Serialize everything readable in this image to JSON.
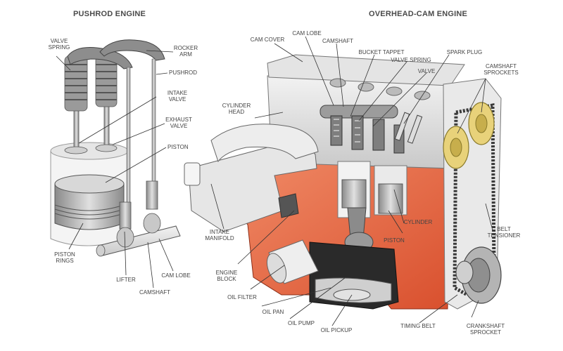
{
  "titles": {
    "pushrod": "PUSHROD ENGINE",
    "ohc": "OVERHEAD-CAM ENGINE"
  },
  "labels": {
    "valve_spring_l1": "VALVE",
    "valve_spring_l2": "SPRING",
    "rocker_arm_l1": "ROCKER",
    "rocker_arm_l2": "ARM",
    "pushrod": "PUSHROD",
    "intake_valve_l1": "INTAKE",
    "intake_valve_l2": "VALVE",
    "exhaust_valve_l1": "EXHAUST",
    "exhaust_valve_l2": "VALVE",
    "piston_left": "PISTON",
    "piston_rings_l1": "PISTON",
    "piston_rings_l2": "RINGS",
    "lifter": "LIFTER",
    "camshaft_left": "CAMSHAFT",
    "cam_lobe_left": "CAM LOBE",
    "cam_cover": "CAM COVER",
    "cam_lobe_right": "CAM LOBE",
    "camshaft_right": "CAMSHAFT",
    "bucket_tappet": "BUCKET TAPPET",
    "valve_spring_right": "VALVE SPRING",
    "valve_right": "VALVE",
    "spark_plug": "SPARK PLUG",
    "camshaft_sprockets_l1": "CAMSHAFT",
    "camshaft_sprockets_l2": "SPROCKETS",
    "cylinder_head_l1": "CYLINDER",
    "cylinder_head_l2": "HEAD",
    "intake_manifold_l1": "INTAKE",
    "intake_manifold_l2": "MANIFOLD",
    "engine_block_l1": "ENGINE",
    "engine_block_l2": "BLOCK",
    "oil_filter": "OIL FILTER",
    "oil_pan": "OIL PAN",
    "oil_pump": "OIL PUMP",
    "oil_pickup": "OIL PICKUP",
    "piston_right": "PISTON",
    "cylinder": "CYLINDER",
    "belt_tensioner_l1": "BELT",
    "belt_tensioner_l2": "TENSIONER",
    "timing_belt": "TIMING BELT",
    "crankshaft_sprocket_l1": "CRANKSHAFT",
    "crankshaft_sprocket_l2": "SPROCKET"
  },
  "colors": {
    "block_red": "#e8613f",
    "metal_gray": "#b9b9b9",
    "sprocket_yellow": "#e8d27a",
    "line_dark": "#333333"
  }
}
